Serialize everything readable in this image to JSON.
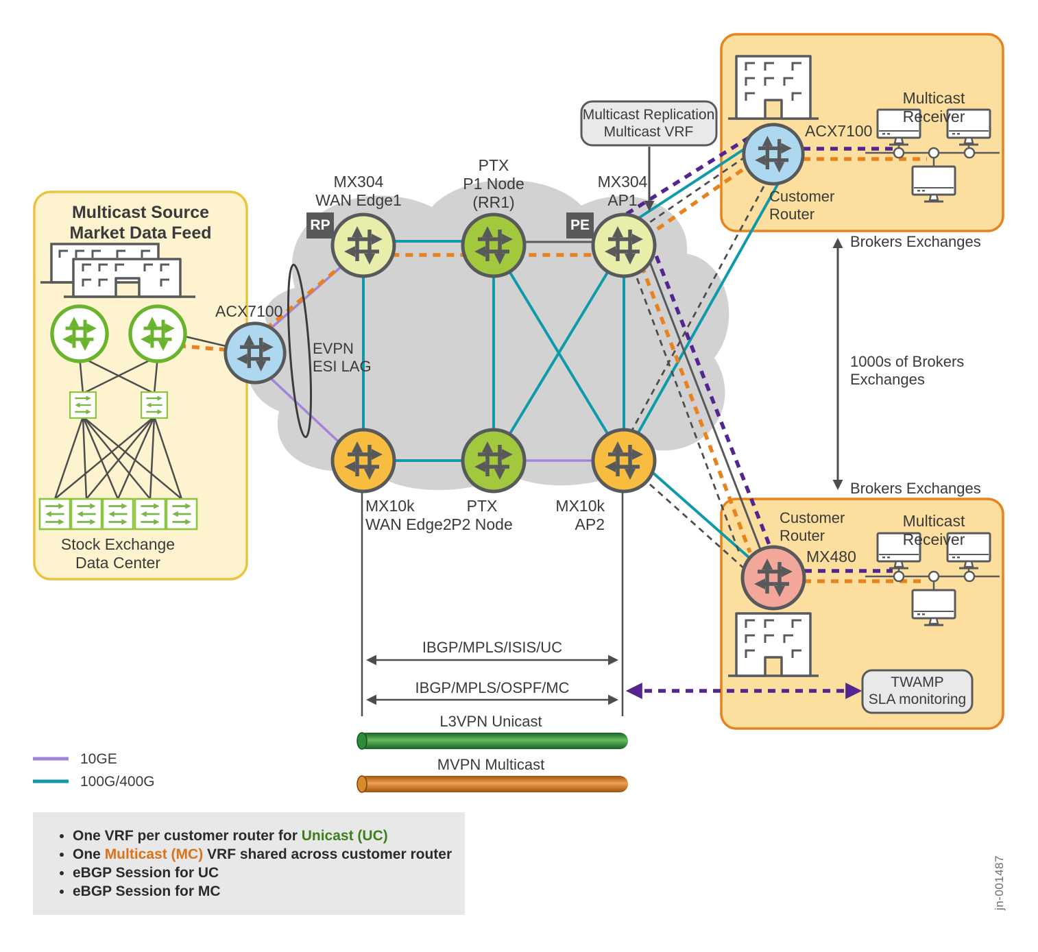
{
  "left_box": {
    "title": "Multicast Source\nMarket Data Feed",
    "footer": "Stock Exchange\nData Center",
    "router_label": "ACX7100"
  },
  "core": {
    "evpn_label": "EVPN\nESI LAG",
    "rp_badge": "RP",
    "pe_badge": "PE",
    "callout": "Multicast Replication\nMulticast VRF",
    "nodes": {
      "wan_edge1": "MX304\nWAN Edge1",
      "p1": "PTX\nP1 Node\n(RR1)",
      "ap1": "MX304\nAP1",
      "wan_edge2": "MX10k\nWAN Edge2",
      "p2": "PTX\nP2 Node",
      "ap2": "MX10k\nAP2"
    }
  },
  "right_top": {
    "router_label": "ACX7100",
    "customer": "Customer\nRouter",
    "receiver": "Multicast Receiver"
  },
  "right_bottom": {
    "customer": "Customer\nRouter",
    "router_label": "MX480",
    "receiver": "Multicast Receiver",
    "twamp": "TWAMP\nSLA monitoring"
  },
  "brokers": {
    "top": "Brokers Exchanges",
    "middle": "1000s of Brokers\nExchanges",
    "bottom": "Brokers Exchanges"
  },
  "protocols": {
    "unicast_arrow": "IBGP/MPLS/ISIS/UC",
    "multicast_arrow": "IBGP/MPLS/OSPF/MC",
    "l3vpn_pipe": "L3VPN Unicast",
    "mvpn_pipe": "MVPN Multicast"
  },
  "legend": {
    "line_10ge": "10GE",
    "line_100g": "100G/400G"
  },
  "notes": {
    "items": [
      {
        "pre": "One VRF per customer router for ",
        "highlight": "Unicast (UC)",
        "post": ""
      },
      {
        "pre": "One ",
        "highlight": "Multicast (MC)",
        "post": " VRF shared across customer router"
      },
      {
        "pre": "eBGP Session for UC",
        "highlight": "",
        "post": ""
      },
      {
        "pre": "eBGP Session for MC",
        "highlight": "",
        "post": ""
      }
    ]
  },
  "watermark": "jn-001487",
  "icons": {
    "router": "juniper-router-icon",
    "switch": "switch-icon",
    "building": "building-icon",
    "monitor": "monitor-icon"
  },
  "colors": {
    "source_box_border": "#eac441",
    "customer_box_border": "#e8821e",
    "customer_box_fill": "#fcdf9e",
    "cloud_gray": "#d2d2d2",
    "link_10ge_purple": "#a383d9",
    "link_100g_teal": "#0e9aaa",
    "multicast_orange_dash": "#e8821e",
    "indigo_dash": "#53258e",
    "gray_dash": "#4d4d4d",
    "unicast_text_green": "#3e7d1d",
    "mx304_fill": "#e9edaa",
    "ptx_fill": "#a2c83d",
    "mx10k_fill": "#f8bc40",
    "acx_fill": "#aed8f0",
    "mx480_fill": "#f3a79b",
    "pipe_green": "#2e8b3a",
    "pipe_orange": "#d98a2b"
  }
}
